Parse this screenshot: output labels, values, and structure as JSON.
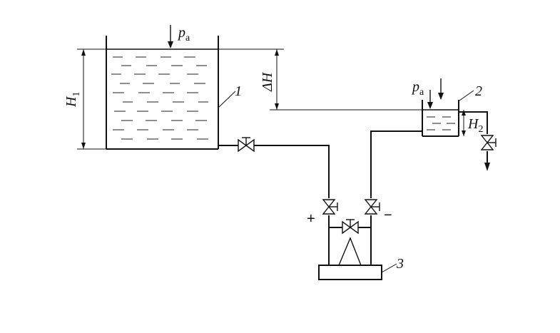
{
  "labels": {
    "pa_main": "p",
    "pa_main_sub": "a",
    "pa_tank2": "p",
    "pa_tank2_sub": "a",
    "h1": "H",
    "h1_sub": "1",
    "h2": "H",
    "h2_sub": "2",
    "delta_h": "ΔH",
    "tank1_number": "1",
    "tank2_number": "2",
    "gauge_number": "3",
    "plus_sign": "+",
    "minus_sign": "−"
  }
}
